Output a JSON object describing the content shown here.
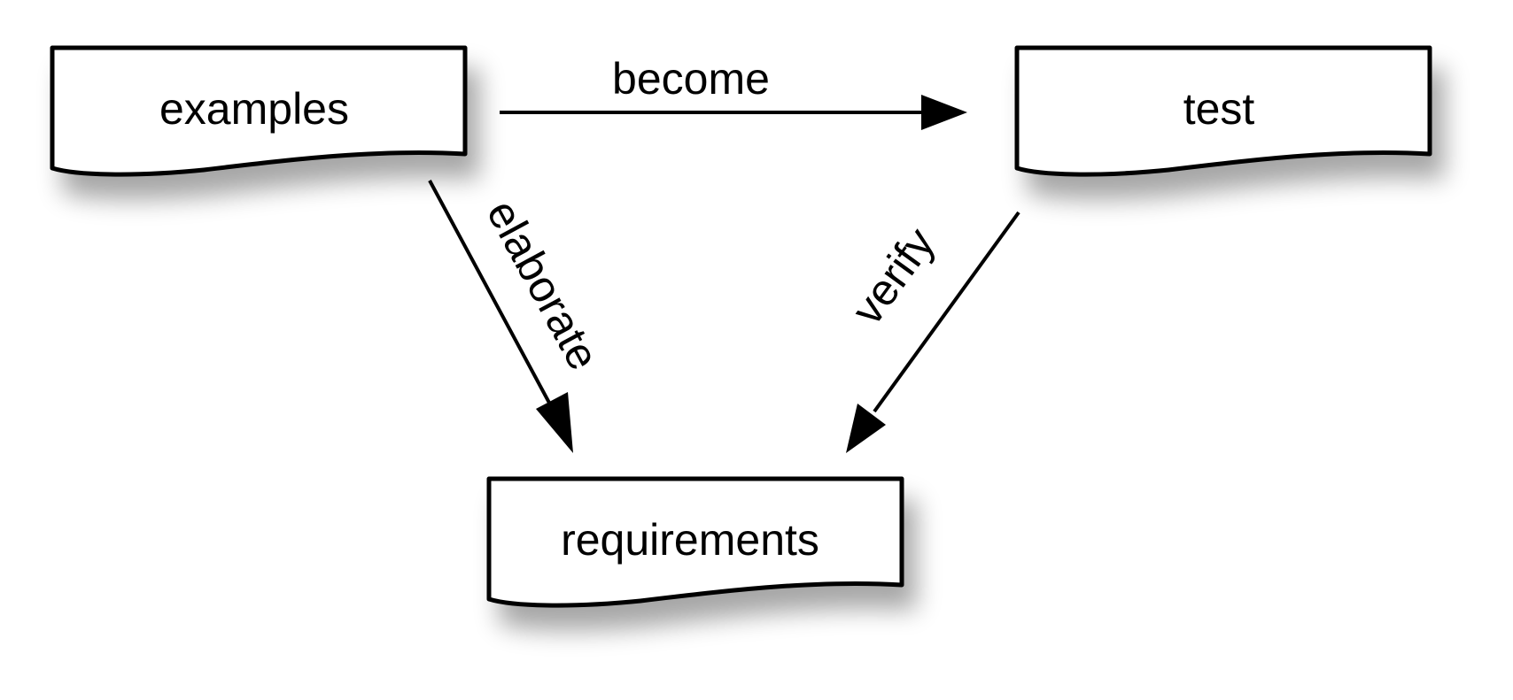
{
  "nodes": {
    "examples": {
      "label": "examples",
      "shape": "document"
    },
    "test": {
      "label": "test",
      "shape": "document"
    },
    "requirements": {
      "label": "requirements",
      "shape": "document"
    }
  },
  "edges": {
    "become": {
      "from": "examples",
      "to": "test",
      "label": "become"
    },
    "elaborate": {
      "from": "examples",
      "to": "requirements",
      "label": "elaborate"
    },
    "verify": {
      "from": "test",
      "to": "requirements",
      "label": "verify"
    }
  },
  "colors": {
    "stroke": "#000000",
    "fill": "#ffffff",
    "background": "#ffffff"
  }
}
